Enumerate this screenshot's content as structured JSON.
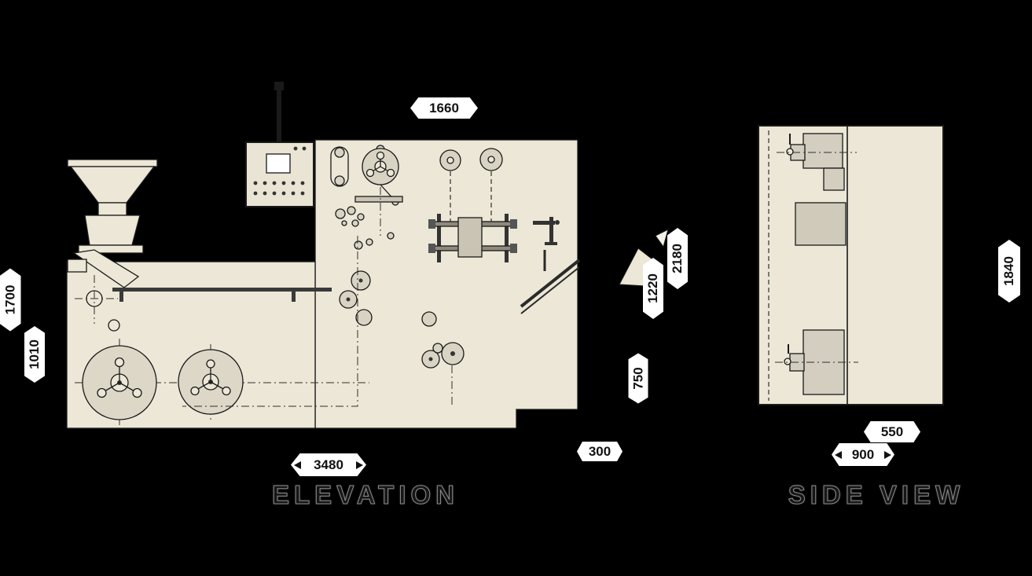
{
  "drawing": {
    "elevation_label": "ELEVATION",
    "side_view_label": "SIDE VIEW"
  },
  "dimensions": {
    "elevation_top_width": "1660",
    "elevation_total_height": "1700",
    "elevation_reel_height": "1010",
    "elevation_overall_width": "3480",
    "elevation_discharge_offset": "300",
    "overall_height": "2180",
    "table_height": "1220",
    "lower_height": "750",
    "side_top_width": "550",
    "side_overall_width": "900",
    "side_height": "1840"
  },
  "colors": {
    "background": "#000000",
    "machine_body": "#ece7d6",
    "machine_gray": "#d8d3c3",
    "line": "#1a1a1a",
    "dimension_badge": "#ffffff",
    "dimension_text": "#111111"
  }
}
